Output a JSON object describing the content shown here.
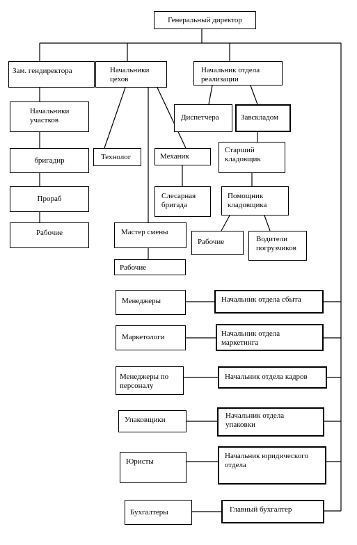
{
  "nodes": {
    "ceo": "Генеральный директор",
    "deputy": "Зам. гендиректора",
    "shop_heads": "Начальники цехов",
    "sales_head": "Начальник отдела реализации",
    "section_heads": "Начальники участков",
    "dispatcher": "Диспетчера",
    "warehouse_head": "Завскладом",
    "foreman": "бригадир",
    "technologist": "Технолог",
    "mechanic": "Механик",
    "senior_storekeeper": "Старший кладовщик",
    "prorab": "Прораб",
    "fitter_team": "Слесарная бригада",
    "asst_storekeeper": "Помощник кладовщика",
    "workers_1": "Рабочие",
    "shift_master": "Мастер смены",
    "workers_2": "Рабочие",
    "forklift_drivers": "Водители погрузчиков",
    "workers_3": "Рабочие",
    "managers": "Менеджеры",
    "sales_dept_head": "Начальник отдела сбыта",
    "marketers": "Маркетологи",
    "marketing_head": "Начальник отдела маркетинга",
    "hr_managers": "Менеджеры по персоналу",
    "hr_head": "Начальник отдела кадров",
    "packers": "Упаковщики",
    "packing_head": "Начальник отдела упаковки",
    "lawyers": "Юристы",
    "legal_head": "Начальник юридического отдела",
    "accountants": "Бухгалтеры",
    "chief_accountant": "Главный бухгалтер"
  }
}
